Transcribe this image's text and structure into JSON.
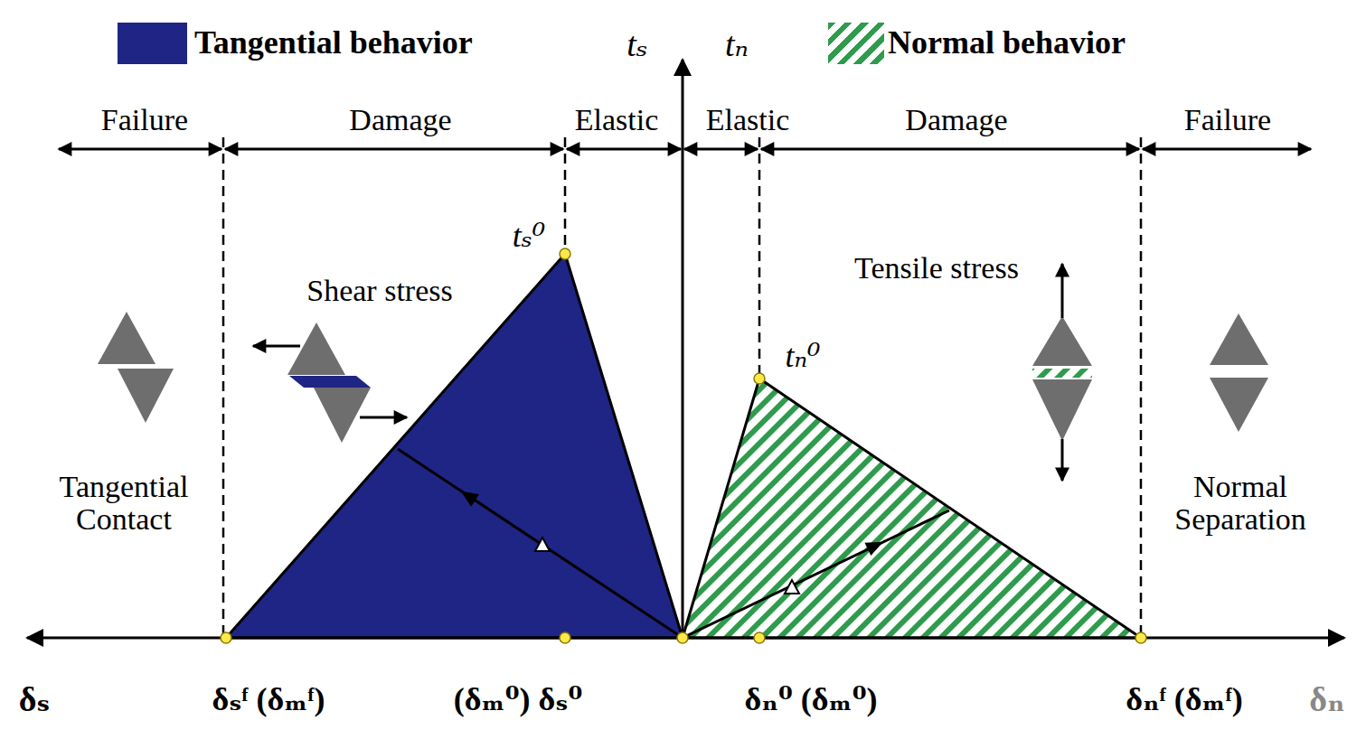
{
  "diagram": {
    "labels": [
      "tₛ",
      "tₙ",
      "Failure",
      "Damage",
      "Elastic",
      "Elastic",
      "Damage",
      "Failure",
      "tₛ⁰",
      "Shear stress",
      "tₙ⁰",
      "Tensile stress",
      "Tangential Contact",
      "Normal Separation",
      "δₛ",
      "δₛᶠ (δₘᶠ)",
      "(δₘ⁰) δₛ⁰",
      "δₙ⁰ (δₘ⁰)",
      "δₙᶠ (δₘᶠ)",
      "δₙ"
    ],
    "legend": [
      {
        "text": "Tangential behavior",
        "color": "#1e2585"
      },
      {
        "text": "Normal behavior"
      }
    ]
  }
}
